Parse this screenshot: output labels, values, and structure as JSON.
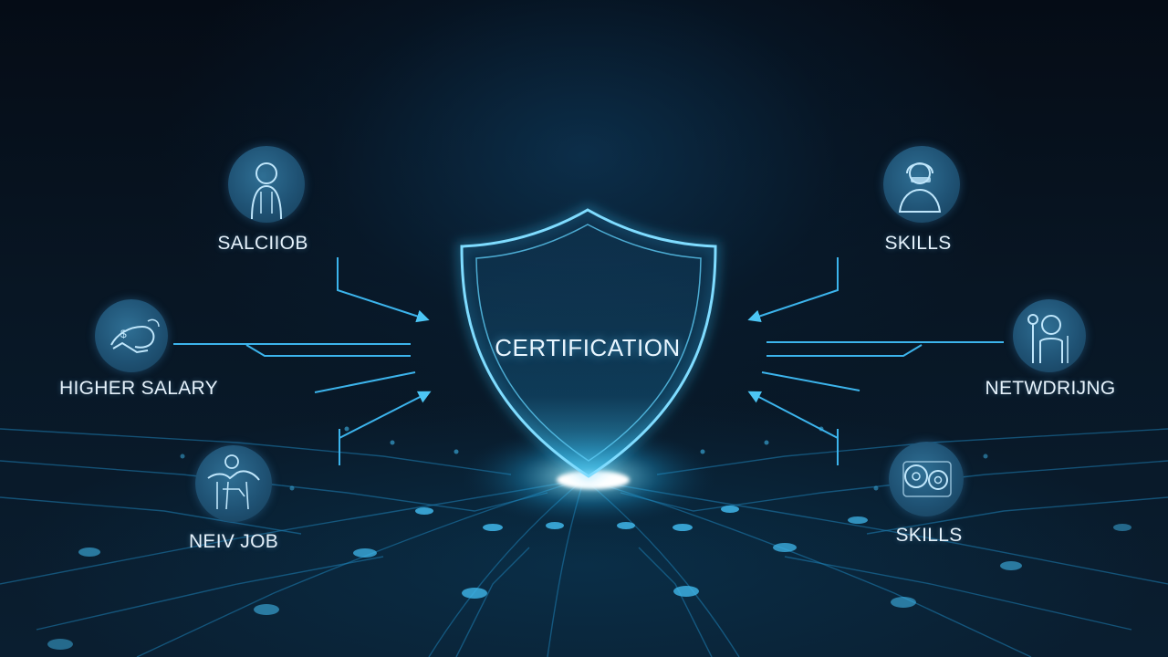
{
  "center": {
    "label": "CERTIFICATION",
    "icon": "shield-icon"
  },
  "benefits": {
    "left_top": {
      "label": "SALCIIOB",
      "icon": "person-icon"
    },
    "left_middle": {
      "label": "HIGHER SALARY",
      "icon": "hand-money-icon"
    },
    "left_bottom": {
      "label": "NEIV JOB",
      "icon": "handshake-icon"
    },
    "right_top": {
      "label": "SKILLS",
      "icon": "headset-person-icon"
    },
    "right_middle": {
      "label": "NETWDRIJNG",
      "icon": "people-network-icon"
    },
    "right_bottom": {
      "label": "SKILLS",
      "icon": "gears-icon"
    }
  },
  "colors": {
    "background": "#06101c",
    "accent": "#38b8f0",
    "glow": "#7fe4ff",
    "icon_disc": "#1f5274",
    "text": "#e6f2fb"
  }
}
